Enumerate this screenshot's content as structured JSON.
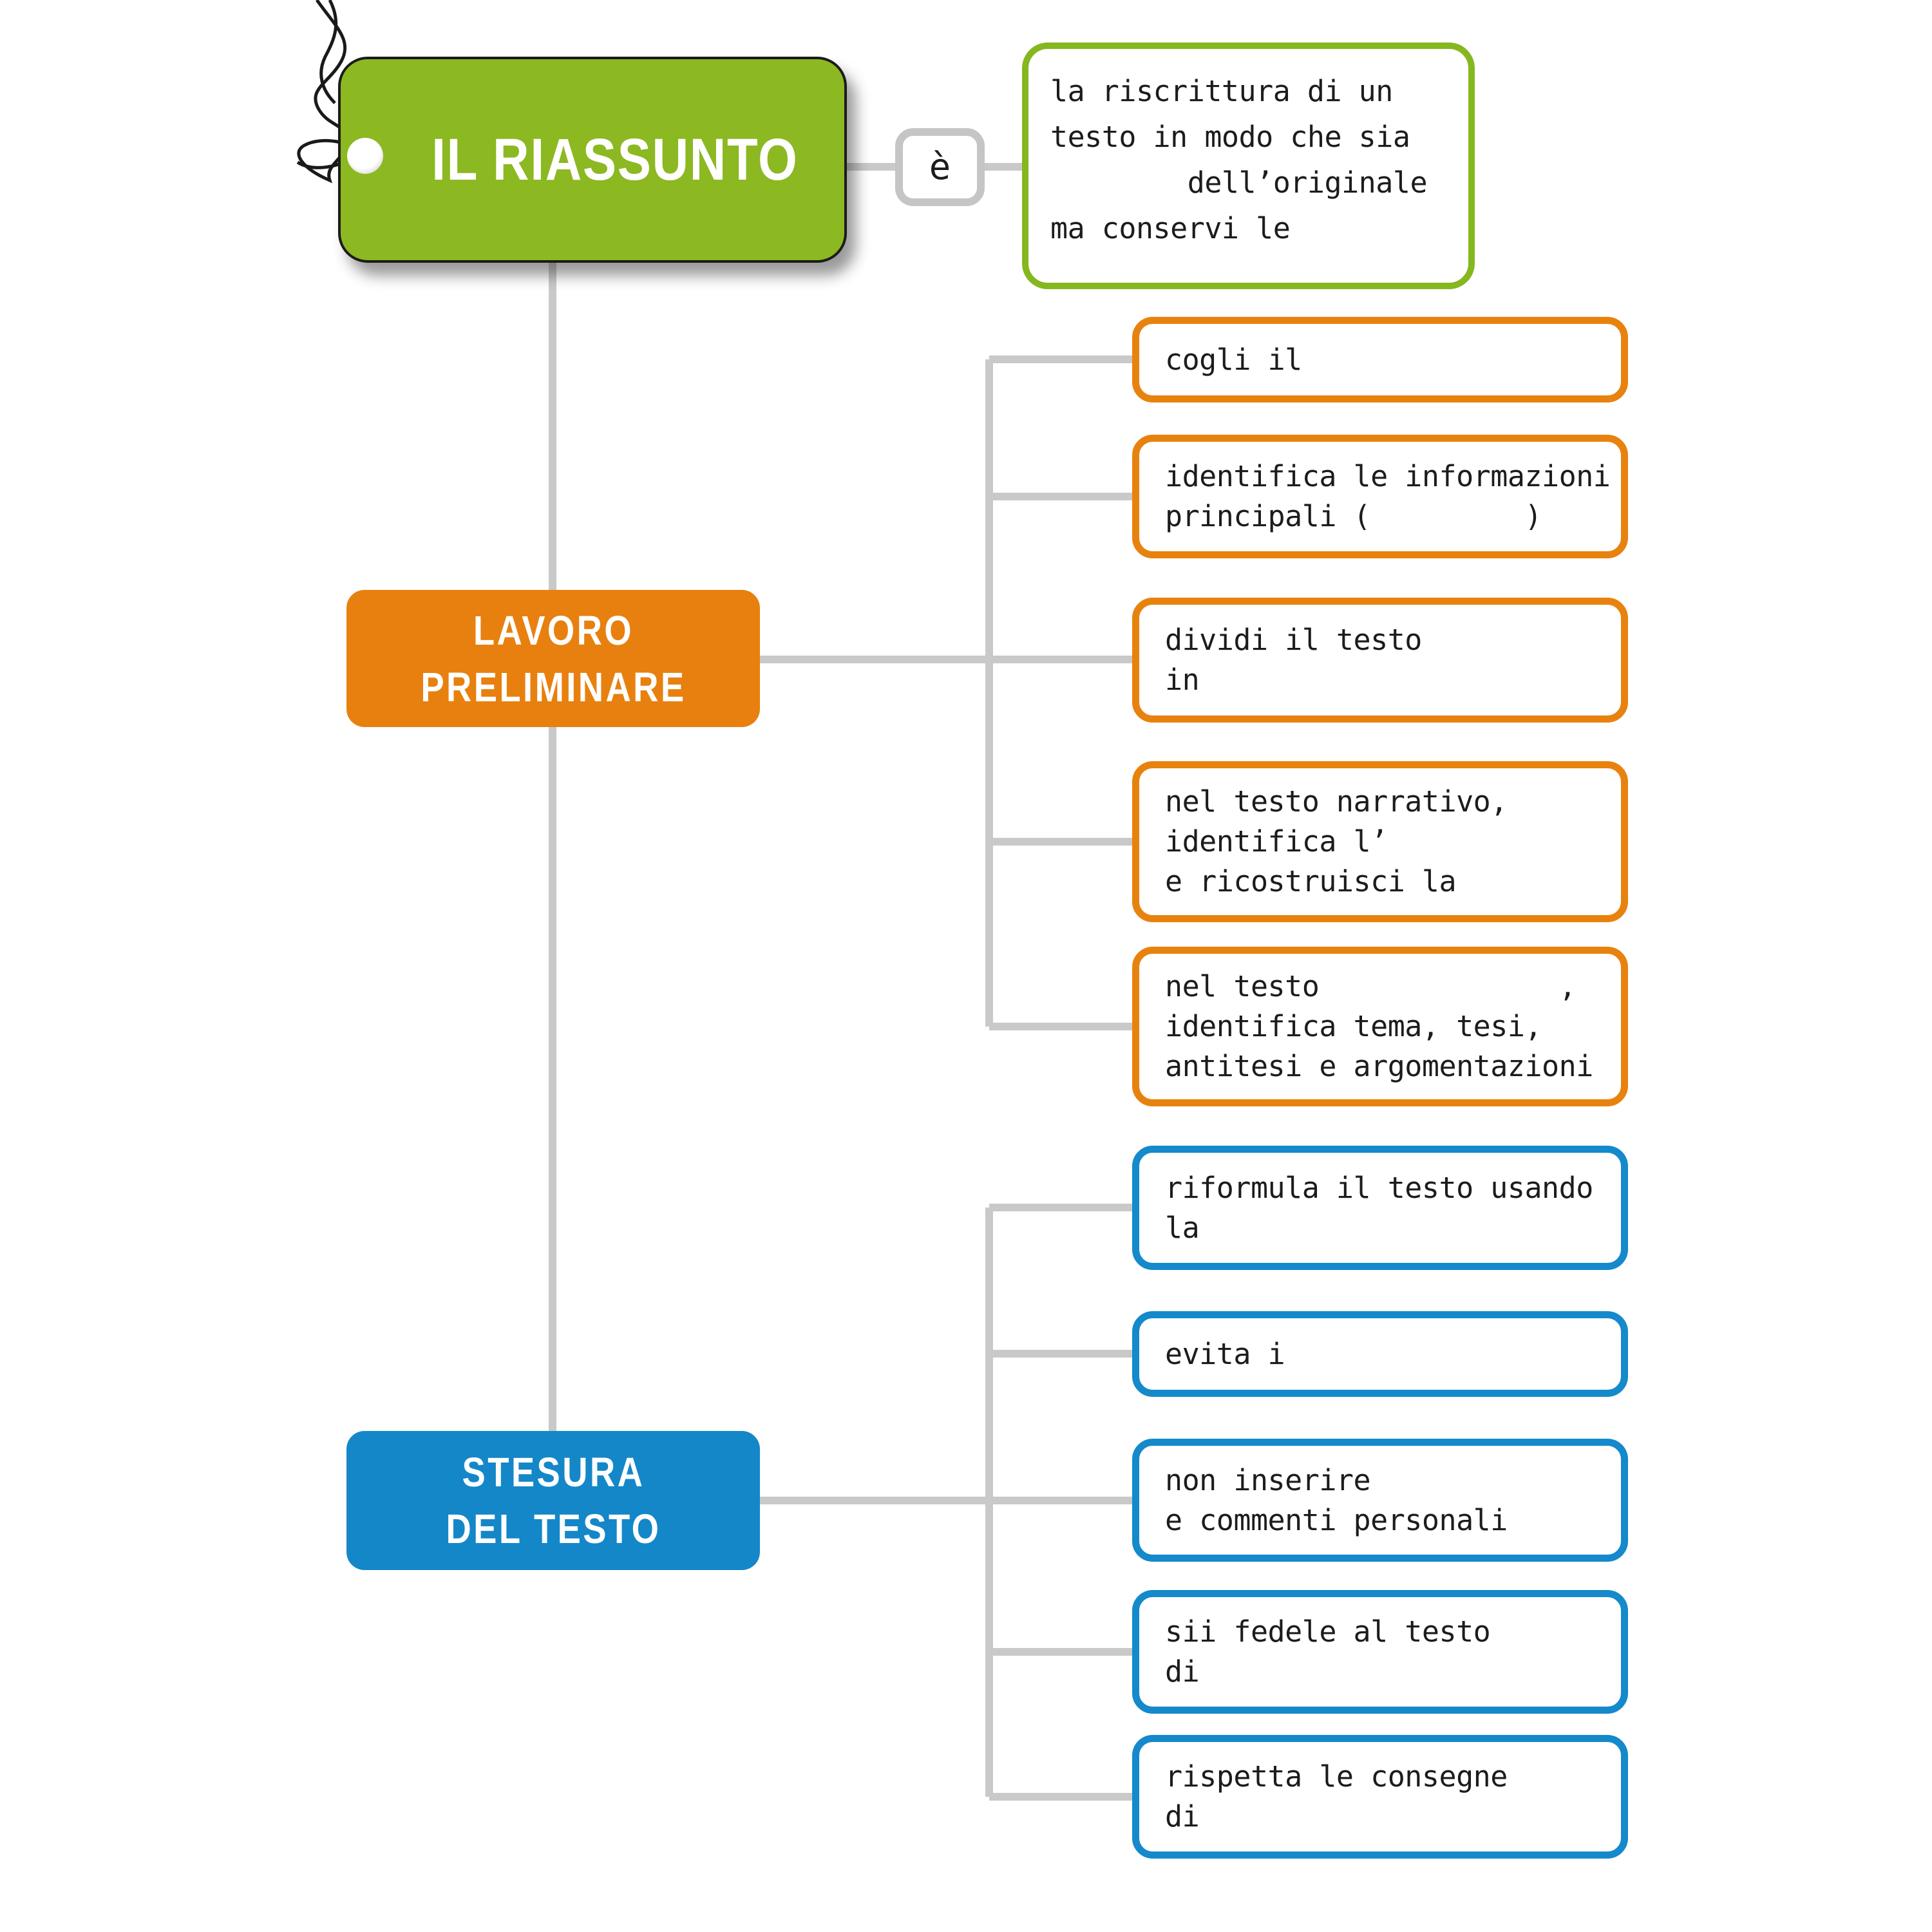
{
  "palette": {
    "green_fill": "#8cb821",
    "green_border": "#85b71e",
    "orange": "#e8800f",
    "orange_border": "#e8820e",
    "blue": "#1487c8",
    "blue_border": "#1489cb",
    "wire_gray": "#c9c9c9",
    "text": "#1c1c1c"
  },
  "root": {
    "title": "IL RIASSUNTO"
  },
  "connector": {
    "label": "è"
  },
  "definition": {
    "lines": [
      "la riscrittura di un",
      "testo in modo che sia",
      "        dell’originale",
      "ma conservi le"
    ]
  },
  "branches": [
    {
      "title_lines": [
        "LAVORO",
        "PRELIMINARE"
      ],
      "children": [
        {
          "lines": [
            "cogli il"
          ]
        },
        {
          "lines": [
            "identifica le informazioni",
            "principali (         )"
          ]
        },
        {
          "lines": [
            "dividi il testo",
            "in"
          ]
        },
        {
          "lines": [
            "nel testo narrativo,",
            "identifica l’",
            "e ricostruisci la"
          ]
        },
        {
          "lines": [
            "nel testo              ,",
            "identifica tema, tesi,",
            "antitesi e argomentazioni"
          ]
        }
      ]
    },
    {
      "title_lines": [
        "STESURA",
        "DEL TESTO"
      ],
      "children": [
        {
          "lines": [
            "riformula il testo usando",
            "la"
          ]
        },
        {
          "lines": [
            "evita i"
          ]
        },
        {
          "lines": [
            "non inserire",
            "e commenti personali"
          ]
        },
        {
          "lines": [
            "sii fedele al testo",
            "di"
          ]
        },
        {
          "lines": [
            "rispetta le consegne",
            "di"
          ]
        }
      ]
    }
  ]
}
